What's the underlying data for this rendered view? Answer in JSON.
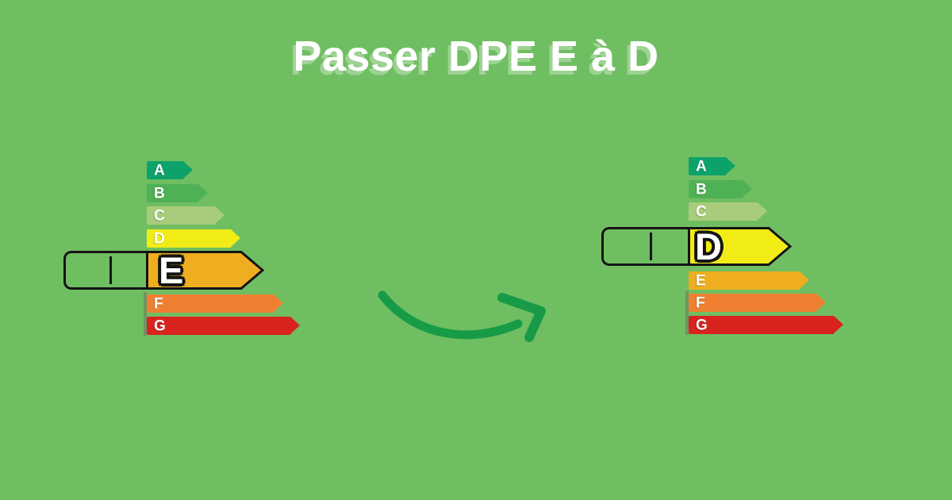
{
  "page": {
    "title": "Passer DPE E à D"
  },
  "colors": {
    "background": "#70be62",
    "transition_arrow": "#189b47",
    "outline": "#141414",
    "label_text": "#ffffff",
    "band_a": "#0ea26b",
    "band_b": "#4fb155",
    "band_c": "#a9cc7c",
    "band_d": "#f2ec16",
    "band_e": "#eeae1f",
    "band_f": "#ef8031",
    "band_g": "#d8231f"
  },
  "scale_before": {
    "highlighted": "E",
    "bands": [
      {
        "label": "A"
      },
      {
        "label": "B"
      },
      {
        "label": "C"
      },
      {
        "label": "D"
      },
      {
        "label": "E"
      },
      {
        "label": "F"
      },
      {
        "label": "G"
      }
    ]
  },
  "scale_after": {
    "highlighted": "D",
    "bands": [
      {
        "label": "A"
      },
      {
        "label": "B"
      },
      {
        "label": "C"
      },
      {
        "label": "D"
      },
      {
        "label": "E"
      },
      {
        "label": "F"
      },
      {
        "label": "G"
      }
    ]
  },
  "icons": {
    "transition_arrow": "hand-drawn-curved-arrow"
  }
}
